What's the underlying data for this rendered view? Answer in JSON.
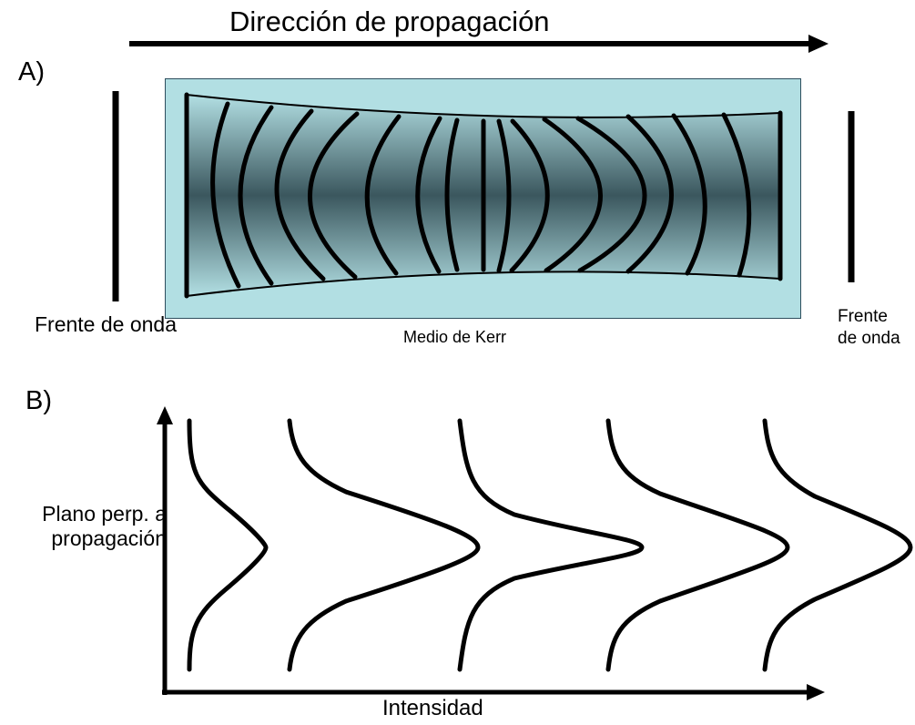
{
  "diagram": {
    "title": "Dirección de propagación",
    "panel_a_label": "A)",
    "panel_b_label": "B)",
    "wavefront_left_label": "Frente de onda",
    "wavefront_right_label": "Frente de onda",
    "medium_label": "Medio de Kerr",
    "y_axis_label": "Plano perp. a propagación",
    "x_axis_label": "Intensidad",
    "colors": {
      "medium_light": "#b2dfe3",
      "medium_dark": "#3b575e",
      "ink": "#000000"
    }
  }
}
